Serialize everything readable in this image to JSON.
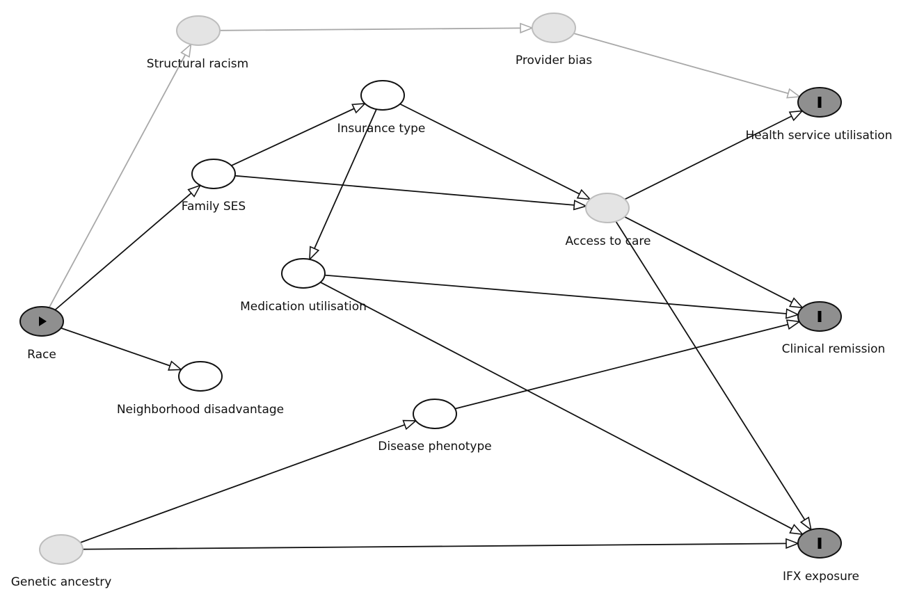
{
  "diagram": {
    "type": "causal-dag",
    "colors": {
      "background": "#ffffff",
      "node_adjusted_fill": "#ffffff",
      "node_unobserved_fill": "#e4e4e4",
      "node_unobserved_stroke": "#bdbdbd",
      "node_key_fill": "#8f8f8f",
      "node_stroke": "#111111",
      "edge_strong": "#111111",
      "edge_faint": "#a8a8a8"
    },
    "nodes": [
      {
        "id": "structural_racism",
        "label": "Structural racism",
        "kind": "latent"
      },
      {
        "id": "provider_bias",
        "label": "Provider bias",
        "kind": "latent"
      },
      {
        "id": "insurance_type",
        "label": "Insurance type",
        "kind": "adjusted"
      },
      {
        "id": "health_service_utilisation",
        "label": "Health service utilisation",
        "kind": "outcome"
      },
      {
        "id": "family_ses",
        "label": "Family SES",
        "kind": "adjusted"
      },
      {
        "id": "access_to_care",
        "label": "Access to care",
        "kind": "latent"
      },
      {
        "id": "medication_utilisation",
        "label": "Medication utilisation",
        "kind": "adjusted"
      },
      {
        "id": "race",
        "label": "Race",
        "kind": "exposure"
      },
      {
        "id": "clinical_remission",
        "label": "Clinical remission",
        "kind": "outcome"
      },
      {
        "id": "neighborhood_disadvantage",
        "label": "Neighborhood disadvantage",
        "kind": "adjusted"
      },
      {
        "id": "disease_phenotype",
        "label": "Disease phenotype",
        "kind": "adjusted"
      },
      {
        "id": "genetic_ancestry",
        "label": "Genetic ancestry",
        "kind": "latent"
      },
      {
        "id": "ifx_exposure",
        "label": "IFX exposure",
        "kind": "outcome"
      }
    ],
    "edges": [
      {
        "from": "race",
        "to": "structural_racism",
        "style": "faint"
      },
      {
        "from": "structural_racism",
        "to": "provider_bias",
        "style": "faint"
      },
      {
        "from": "provider_bias",
        "to": "health_service_utilisation",
        "style": "faint"
      },
      {
        "from": "race",
        "to": "family_ses",
        "style": "strong"
      },
      {
        "from": "race",
        "to": "neighborhood_disadvantage",
        "style": "strong"
      },
      {
        "from": "family_ses",
        "to": "insurance_type",
        "style": "strong"
      },
      {
        "from": "family_ses",
        "to": "access_to_care",
        "style": "strong"
      },
      {
        "from": "insurance_type",
        "to": "access_to_care",
        "style": "strong"
      },
      {
        "from": "insurance_type",
        "to": "medication_utilisation",
        "style": "strong"
      },
      {
        "from": "access_to_care",
        "to": "health_service_utilisation",
        "style": "strong"
      },
      {
        "from": "access_to_care",
        "to": "clinical_remission",
        "style": "strong"
      },
      {
        "from": "access_to_care",
        "to": "ifx_exposure",
        "style": "strong"
      },
      {
        "from": "medication_utilisation",
        "to": "clinical_remission",
        "style": "strong"
      },
      {
        "from": "medication_utilisation",
        "to": "ifx_exposure",
        "style": "strong"
      },
      {
        "from": "genetic_ancestry",
        "to": "disease_phenotype",
        "style": "strong"
      },
      {
        "from": "genetic_ancestry",
        "to": "ifx_exposure",
        "style": "strong"
      },
      {
        "from": "disease_phenotype",
        "to": "clinical_remission",
        "style": "strong"
      }
    ]
  }
}
